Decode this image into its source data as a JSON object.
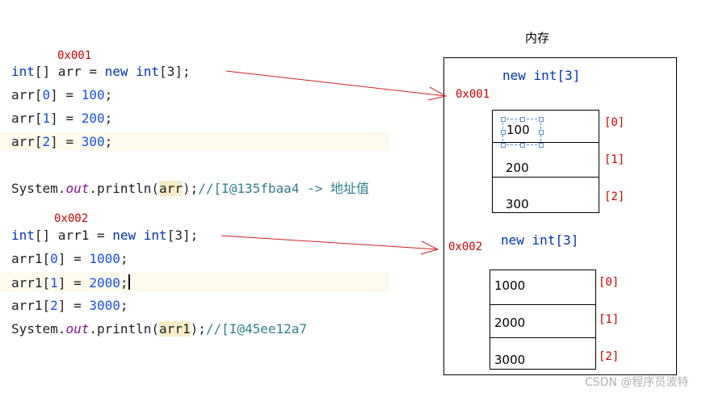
{
  "block1": {
    "address": "0x001",
    "lines": {
      "decl_kw": "int",
      "decl_mid": "[] arr = ",
      "decl_new": "new",
      "decl_sp": " ",
      "decl_type": "int",
      "decl_end": "[3];",
      "a0_pre": "arr[",
      "a0_i": "0",
      "a0_mid": "] = ",
      "a0_v": "100",
      "a0_end": ";",
      "a1_pre": "arr[",
      "a1_i": "1",
      "a1_mid": "] = ",
      "a1_v": "200",
      "a1_end": ";",
      "a2_pre": "arr[",
      "a2_i": "2",
      "a2_mid": "] = ",
      "a2_v": "300",
      "a2_end": ";",
      "print_pre": "System.",
      "print_out": "out",
      "print_mid": ".println(",
      "print_arg": "arr",
      "print_end": ");",
      "print_cmt": "//[I@135fbaa4 -> 地址值"
    }
  },
  "block2": {
    "address": "0x002",
    "lines": {
      "decl_kw": "int",
      "decl_mid": "[] arr1 = ",
      "decl_new": "new",
      "decl_sp": " ",
      "decl_type": "int",
      "decl_end": "[3];",
      "a0_pre": "arr1[",
      "a0_i": "0",
      "a0_mid": "] = ",
      "a0_v": "1000",
      "a0_end": ";",
      "a1_pre": "arr1[",
      "a1_i": "1",
      "a1_mid": "] = ",
      "a1_v": "2000",
      "a1_end": ";",
      "a2_pre": "arr1[",
      "a2_i": "2",
      "a2_mid": "] = ",
      "a2_v": "3000",
      "a2_end": ";",
      "print_pre": "System.",
      "print_out": "out",
      "print_mid": ".println(",
      "print_arg": "arr1",
      "print_end": ");",
      "print_cmt": "//[I@45ee12a7"
    }
  },
  "memory": {
    "title": "内存",
    "array1": {
      "label_new": "new",
      "label_type": "int",
      "label_size": "[3]",
      "address": "0x001",
      "cells": [
        "100",
        "200",
        "300"
      ],
      "indices": [
        "[0]",
        "[1]",
        "[2]"
      ]
    },
    "array2": {
      "label_new": "new",
      "label_type": "int",
      "label_size": "[3]",
      "address": "0x002",
      "cells": [
        "1000",
        "2000",
        "3000"
      ],
      "indices": [
        "[0]",
        "[1]",
        "[2]"
      ]
    }
  },
  "watermark": "CSDN @程序员波特",
  "colors": {
    "keyword": "#0033b3",
    "number": "#1750eb",
    "address_red": "#cc0000",
    "arrow": "#cc2222"
  }
}
